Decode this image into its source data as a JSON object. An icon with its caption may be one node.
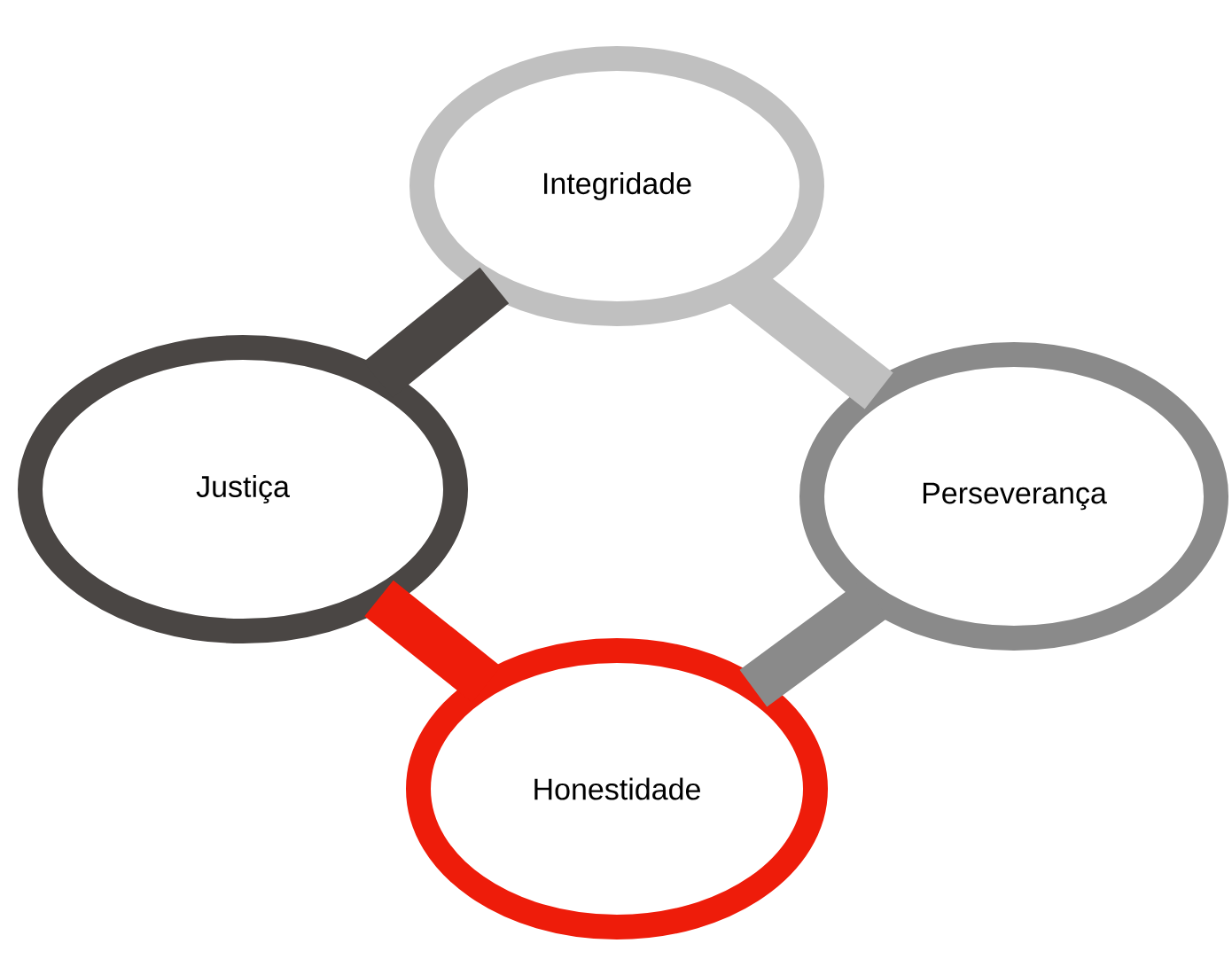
{
  "diagram": {
    "nodes": [
      {
        "text": [
          "Integridade"
        ]
      },
      {
        "text": [
          "Justiça"
        ]
      },
      {
        "text": [
          "Perseverança"
        ]
      },
      {
        "text": [
          "Honestidade"
        ]
      }
    ],
    "edges": [
      {
        "from": 1,
        "to": 0,
        "arrow": "none",
        "color": "#4a4644"
      },
      {
        "from": 0,
        "to": 2,
        "arrow": "none",
        "color": "#c0c0c0"
      },
      {
        "from": 2,
        "to": 3,
        "arrow": "none",
        "color": "#8a8a8a"
      },
      {
        "from": 3,
        "to": 1,
        "arrow": "none",
        "color": "#ee1c0a"
      }
    ]
  }
}
